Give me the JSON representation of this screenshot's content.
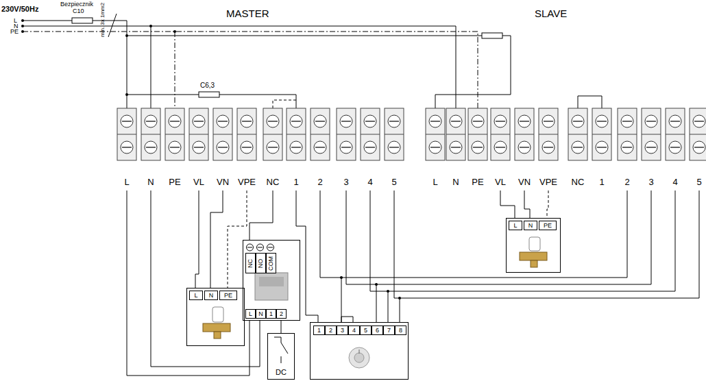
{
  "diagram": {
    "nodes": [
      {
        "text": [
          "L",
          "N",
          "PE"
        ]
      },
      {
        "text": [
          "NC",
          "NO",
          "COM",
          "L",
          "N",
          "1",
          "2"
        ]
      },
      {
        "text": [
          "L",
          "N",
          "PE"
        ]
      },
      {
        "text": [
          "1",
          "2",
          "3",
          "4",
          "5",
          "6",
          "7",
          "8"
        ]
      },
      {
        "text": [
          "DC"
        ]
      }
    ],
    "edges": [
      {
        "from": 1,
        "to": 4,
        "arrow": "none"
      }
    ],
    "labels": [
      "230V/50Hz",
      "Bezpiecznik",
      "C10",
      "min. 3x 1mm2",
      "L",
      "N",
      "PE",
      "MASTER",
      "SLAVE",
      "C6,3",
      "L",
      "N",
      "PE",
      "VL",
      "VN",
      "VPE",
      "NC",
      "1",
      "2",
      "3",
      "4",
      "5",
      "L",
      "N",
      "PE",
      "VL",
      "VN",
      "VPE",
      "NC",
      "1",
      "2",
      "3",
      "4",
      "5"
    ]
  }
}
